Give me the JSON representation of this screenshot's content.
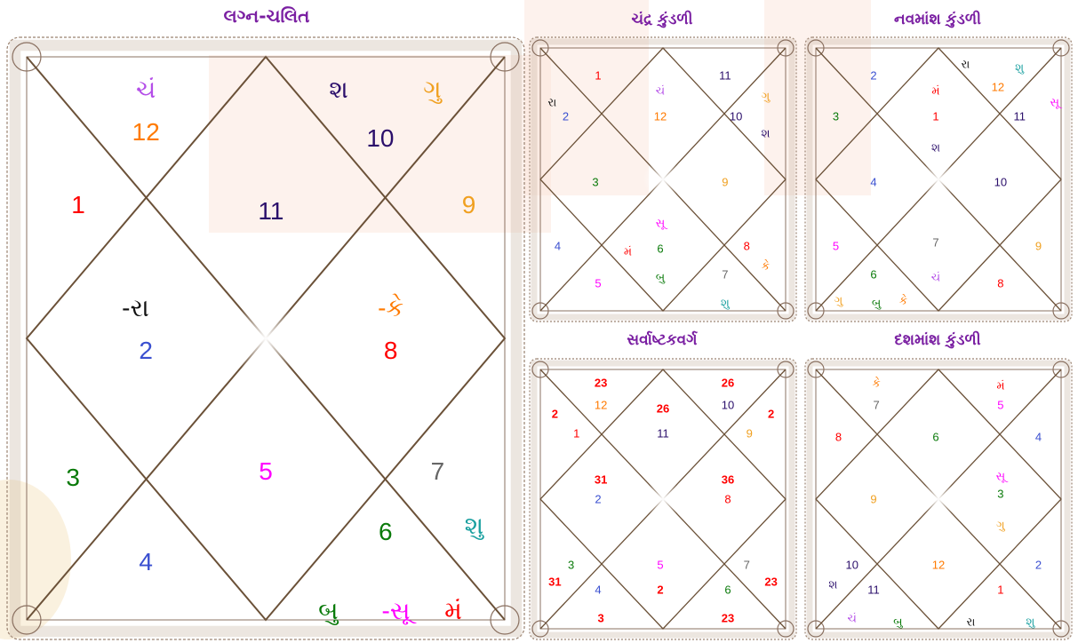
{
  "colors": {
    "red": "#ff0000",
    "orange": "#ff7a00",
    "purple": "#7a1fa2",
    "navy": "#2b0f6b",
    "blue": "#3a4fd0",
    "green": "#0a7a0a",
    "magenta": "#ff00ff",
    "violet": "#b44ee8",
    "gold": "#f0a020",
    "teal": "#1aa0a0",
    "gray": "#666666",
    "black": "#111111",
    "line": "#6b5138"
  },
  "charts": {
    "lagna": {
      "title": "લગ્ન-ચલિત",
      "labels": [
        {
          "t": "ચં",
          "c": "violet"
        },
        {
          "t": "12",
          "c": "orange"
        },
        {
          "t": "શ",
          "c": "navy"
        },
        {
          "t": "ગુ",
          "c": "gold"
        },
        {
          "t": "10",
          "c": "navy"
        },
        {
          "t": "1",
          "c": "red"
        },
        {
          "t": "11",
          "c": "navy"
        },
        {
          "t": "9",
          "c": "gold"
        },
        {
          "t": "-રા",
          "c": "black"
        },
        {
          "t": "2",
          "c": "blue"
        },
        {
          "t": "-કે",
          "c": "orange"
        },
        {
          "t": "8",
          "c": "red"
        },
        {
          "t": "3",
          "c": "green"
        },
        {
          "t": "5",
          "c": "magenta"
        },
        {
          "t": "7",
          "c": "gray"
        },
        {
          "t": "શુ",
          "c": "teal"
        },
        {
          "t": "6",
          "c": "green"
        },
        {
          "t": "4",
          "c": "blue"
        },
        {
          "t": "બુ",
          "c": "green"
        },
        {
          "t": "-સૂ",
          "c": "magenta"
        },
        {
          "t": "મં",
          "c": "red"
        }
      ]
    },
    "chandra": {
      "title": "ચંદ્ર કુંડળી",
      "labels": [
        {
          "t": "1",
          "c": "red"
        },
        {
          "t": "11",
          "c": "navy"
        },
        {
          "t": "રા",
          "c": "black"
        },
        {
          "t": "2",
          "c": "blue"
        },
        {
          "t": "ચં",
          "c": "violet"
        },
        {
          "t": "12",
          "c": "orange"
        },
        {
          "t": "ગુ",
          "c": "gold"
        },
        {
          "t": "10",
          "c": "navy"
        },
        {
          "t": "શ",
          "c": "navy"
        },
        {
          "t": "3",
          "c": "green"
        },
        {
          "t": "9",
          "c": "gold"
        },
        {
          "t": "સૂ",
          "c": "magenta"
        },
        {
          "t": "4",
          "c": "blue"
        },
        {
          "t": "મં",
          "c": "red"
        },
        {
          "t": "6",
          "c": "green"
        },
        {
          "t": "8",
          "c": "red"
        },
        {
          "t": "કે",
          "c": "orange"
        },
        {
          "t": "5",
          "c": "magenta"
        },
        {
          "t": "બુ",
          "c": "green"
        },
        {
          "t": "7",
          "c": "gray"
        },
        {
          "t": "શુ",
          "c": "teal"
        }
      ]
    },
    "navamsha": {
      "title": "નવમાંશ કુંડળી",
      "labels": [
        {
          "t": "2",
          "c": "blue"
        },
        {
          "t": "રા",
          "c": "black"
        },
        {
          "t": "શુ",
          "c": "teal"
        },
        {
          "t": "મં",
          "c": "red"
        },
        {
          "t": "12",
          "c": "orange"
        },
        {
          "t": "સૂ",
          "c": "magenta"
        },
        {
          "t": "3",
          "c": "green"
        },
        {
          "t": "1",
          "c": "red"
        },
        {
          "t": "11",
          "c": "navy"
        },
        {
          "t": "શ",
          "c": "navy"
        },
        {
          "t": "4",
          "c": "blue"
        },
        {
          "t": "10",
          "c": "navy"
        },
        {
          "t": "5",
          "c": "magenta"
        },
        {
          "t": "7",
          "c": "gray"
        },
        {
          "t": "9",
          "c": "gold"
        },
        {
          "t": "6",
          "c": "green"
        },
        {
          "t": "ચં",
          "c": "violet"
        },
        {
          "t": "8",
          "c": "red"
        },
        {
          "t": "ગુ",
          "c": "gold"
        },
        {
          "t": "બુ",
          "c": "green"
        },
        {
          "t": "કે",
          "c": "orange"
        }
      ]
    },
    "sarvashtak": {
      "title": "સર્વાષ્ટકવર્ગ",
      "labels": [
        {
          "t": "23",
          "c": "red",
          "b": true
        },
        {
          "t": "26",
          "c": "red",
          "b": true
        },
        {
          "t": "12",
          "c": "orange"
        },
        {
          "t": "26",
          "c": "red",
          "b": true
        },
        {
          "t": "10",
          "c": "navy"
        },
        {
          "t": "2",
          "c": "red",
          "b": true
        },
        {
          "t": "1",
          "c": "red"
        },
        {
          "t": "11",
          "c": "navy"
        },
        {
          "t": "2",
          "c": "red",
          "b": true
        },
        {
          "t": "9",
          "c": "gold"
        },
        {
          "t": "31",
          "c": "red",
          "b": true
        },
        {
          "t": "2",
          "c": "blue"
        },
        {
          "t": "36",
          "c": "red",
          "b": true
        },
        {
          "t": "8",
          "c": "red"
        },
        {
          "t": "3",
          "c": "green"
        },
        {
          "t": "5",
          "c": "magenta"
        },
        {
          "t": "7",
          "c": "gray"
        },
        {
          "t": "31",
          "c": "red",
          "b": true
        },
        {
          "t": "4",
          "c": "blue"
        },
        {
          "t": "2",
          "c": "red",
          "b": true
        },
        {
          "t": "6",
          "c": "green"
        },
        {
          "t": "23",
          "c": "red",
          "b": true
        },
        {
          "t": "3",
          "c": "red",
          "b": true
        },
        {
          "t": "23",
          "c": "red",
          "b": true
        }
      ]
    },
    "dashamsha": {
      "title": "દશમાંશ કુંડળી",
      "labels": [
        {
          "t": "કે",
          "c": "orange"
        },
        {
          "t": "7",
          "c": "gray"
        },
        {
          "t": "મં",
          "c": "red"
        },
        {
          "t": "5",
          "c": "magenta"
        },
        {
          "t": "8",
          "c": "red"
        },
        {
          "t": "6",
          "c": "green"
        },
        {
          "t": "4",
          "c": "blue"
        },
        {
          "t": "સૂ",
          "c": "magenta"
        },
        {
          "t": "3",
          "c": "green"
        },
        {
          "t": "9",
          "c": "gold"
        },
        {
          "t": "ગુ",
          "c": "gold"
        },
        {
          "t": "10",
          "c": "navy"
        },
        {
          "t": "12",
          "c": "orange"
        },
        {
          "t": "2",
          "c": "blue"
        },
        {
          "t": "શ",
          "c": "navy"
        },
        {
          "t": "11",
          "c": "navy"
        },
        {
          "t": "1",
          "c": "red"
        },
        {
          "t": "ચં",
          "c": "violet"
        },
        {
          "t": "બુ",
          "c": "green"
        },
        {
          "t": "રા",
          "c": "black"
        },
        {
          "t": "શુ",
          "c": "teal"
        }
      ]
    }
  }
}
